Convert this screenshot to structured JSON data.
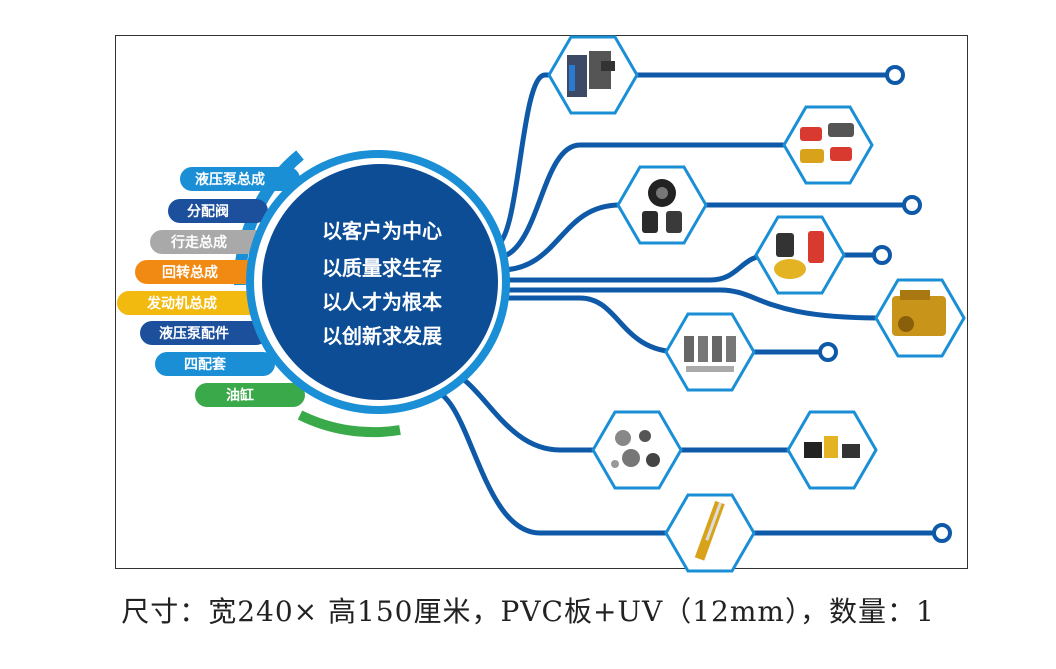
{
  "left_labels": [
    {
      "text": "液压泵总成",
      "color": "#1a8fd6"
    },
    {
      "text": "分配阀",
      "color": "#1c4f9c"
    },
    {
      "text": "行走总成",
      "color": "#a9a9a9"
    },
    {
      "text": "回转总成",
      "color": "#f08a12"
    },
    {
      "text": "发动机总成",
      "color": "#f2b90f"
    },
    {
      "text": "液压泵配件",
      "color": "#1c4f9c"
    },
    {
      "text": "四配套",
      "color": "#1a8fd6"
    },
    {
      "text": "油缸",
      "color": "#3aa94a"
    }
  ],
  "center_slogans": [
    "以客户为中心",
    "以质量求生存",
    "以人才为根本",
    "以创新求发展"
  ],
  "product_icons": [
    "control-valve-icon",
    "hydraulic-pump-icon",
    "travel-motor-icon",
    "swing-motor-icon",
    "engine-icon",
    "cylinder-liner-kit-icon",
    "pump-parts-icon",
    "undercarriage-parts-icon",
    "oil-cylinder-icon"
  ],
  "colors": {
    "brand_blue": "#0f5aa8",
    "hex_border": "#1a8fd6",
    "circle_dark": "#0d4d96"
  },
  "caption": "尺寸：宽240× 高150厘米，PVC板+UV（12mm），数量：1"
}
